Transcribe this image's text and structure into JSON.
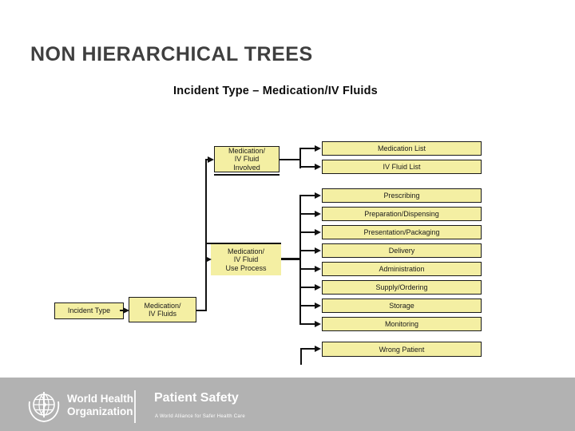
{
  "slide": {
    "title": "NON HIERARCHICAL TREES",
    "diagram_title": "Incident Type – Medication/IV Fluids"
  },
  "diagram": {
    "root": {
      "label": "Incident Type"
    },
    "level1": {
      "line1": "Medication/",
      "line2": "IV Fluids"
    },
    "involved": {
      "line1": "Medication/",
      "line2": "IV Fluid",
      "line3": "Involved"
    },
    "use_process": {
      "line1": "Medication/",
      "line2": "IV Fluid",
      "line3": "Use Process"
    },
    "involved_children": [
      "Medication List",
      "IV Fluid List"
    ],
    "process_children": [
      "Prescribing",
      "Preparation/Dispensing",
      "Presentation/Packaging",
      "Delivery",
      "Administration",
      "Supply/Ordering",
      "Storage",
      "Monitoring"
    ],
    "orphan": "Wrong Patient",
    "colors": {
      "node_fill": "#F4EFA3",
      "node_border": "#1A1A1A",
      "connector": "#111111"
    }
  },
  "footer": {
    "who_name_line1": "World Health",
    "who_name_line2": "Organization",
    "program": "Patient Safety",
    "tagline": "A World Alliance for Safer Health Care",
    "bg_color": "#B2B2B2",
    "text_color": "#FFFFFF"
  }
}
